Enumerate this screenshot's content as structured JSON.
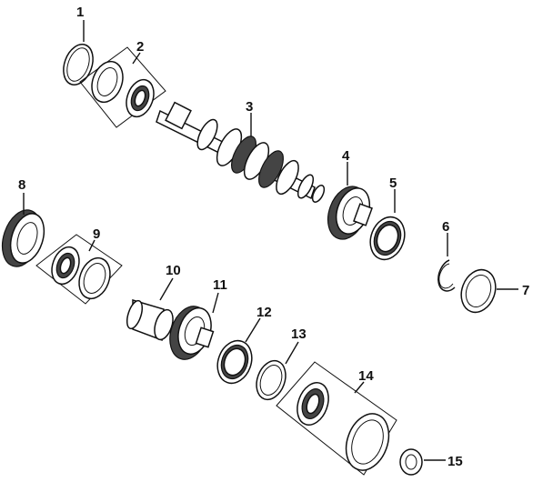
{
  "callouts": [
    {
      "id": "1",
      "text": "1"
    },
    {
      "id": "2",
      "text": "2"
    },
    {
      "id": "3",
      "text": "3"
    },
    {
      "id": "4",
      "text": "4"
    },
    {
      "id": "5",
      "text": "5"
    },
    {
      "id": "6",
      "text": "6"
    },
    {
      "id": "7",
      "text": "7"
    },
    {
      "id": "8",
      "text": "8"
    },
    {
      "id": "9",
      "text": "9"
    },
    {
      "id": "10",
      "text": "10"
    },
    {
      "id": "11",
      "text": "11"
    },
    {
      "id": "12",
      "text": "12"
    },
    {
      "id": "13",
      "text": "13"
    },
    {
      "id": "14",
      "text": "14"
    },
    {
      "id": "15",
      "text": "15"
    }
  ],
  "colors": {
    "line": "#111111",
    "background": "#ffffff",
    "shade": "#444444"
  }
}
